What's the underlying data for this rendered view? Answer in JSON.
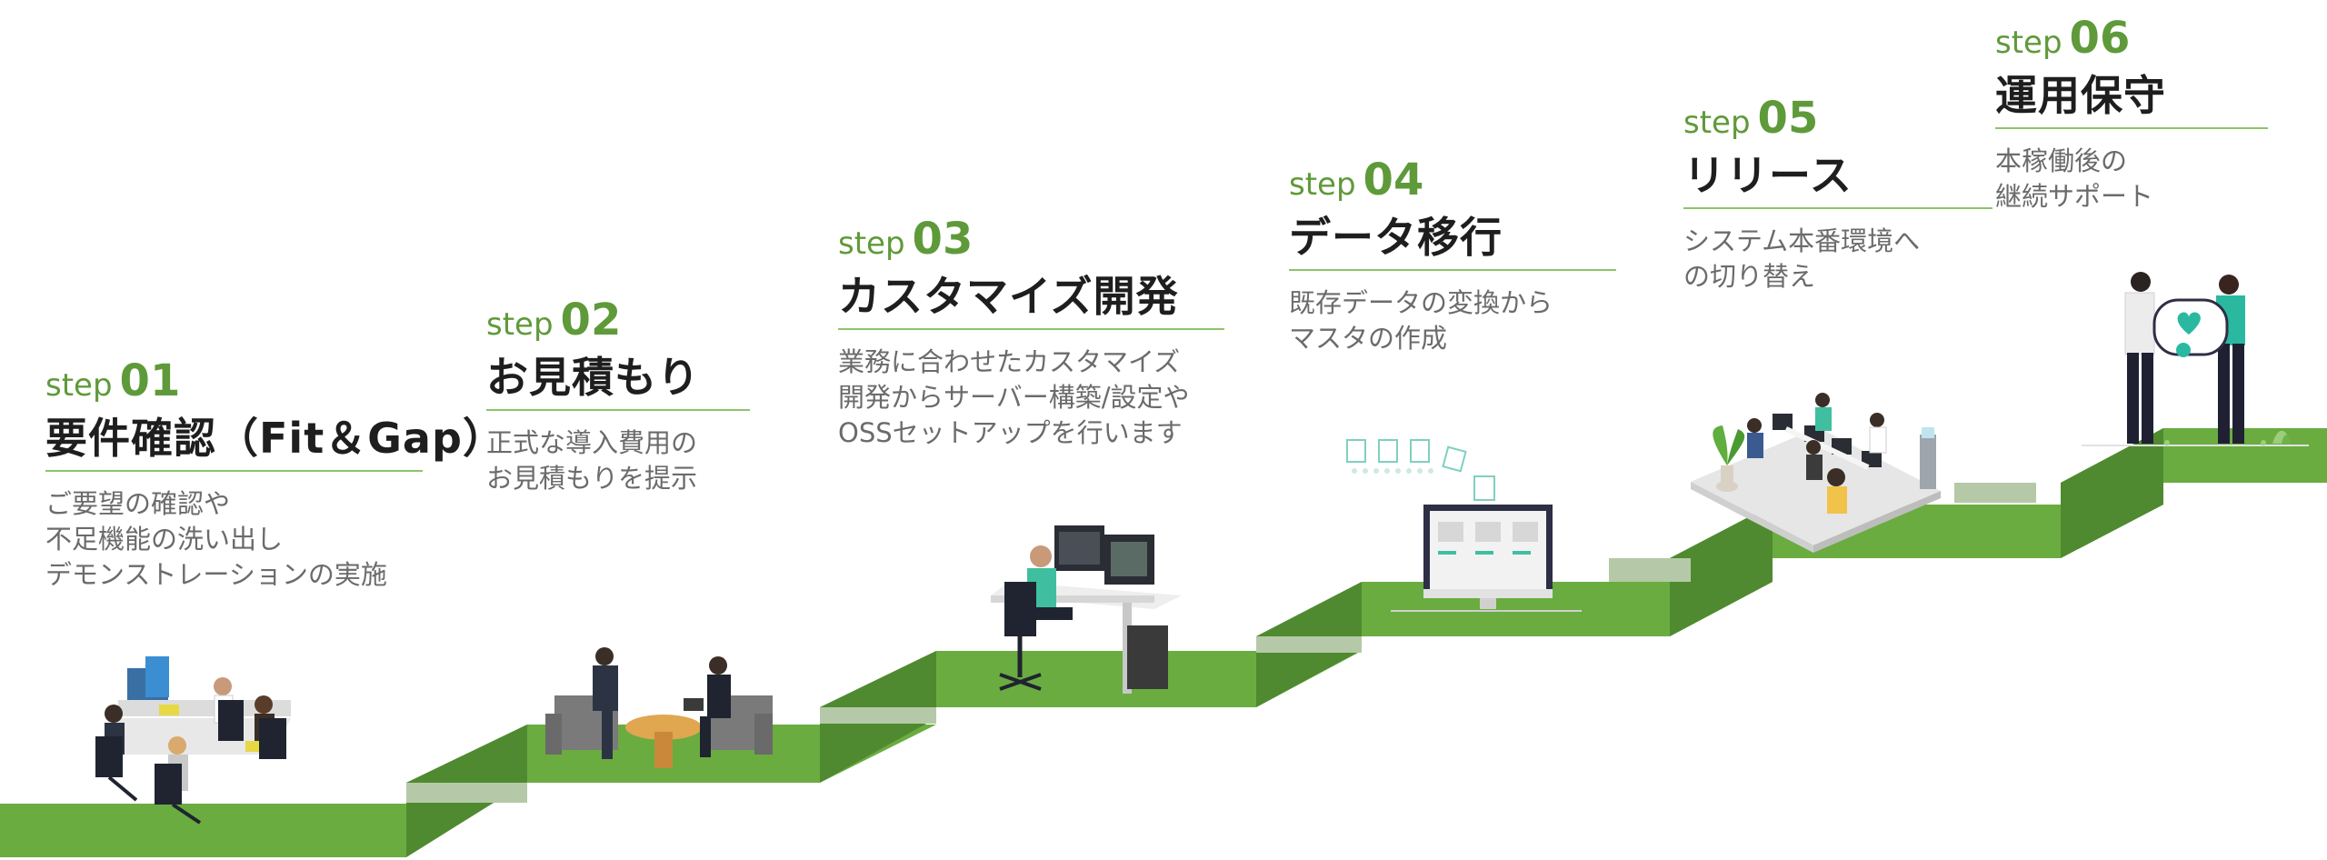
{
  "colors": {
    "step_label": "#5f9a3a",
    "stair_top": "#6aac40",
    "stair_riser": "#4f8a30",
    "rule": "#8cc46a"
  },
  "steps": [
    {
      "step_word": "step",
      "number": "01",
      "title": "要件確認（Fit＆Gap）",
      "desc": [
        "ご要望の確認や",
        "不足機能の洗い出し",
        "デモンストレーションの実施"
      ],
      "illustration": "team-meeting-icon"
    },
    {
      "step_word": "step",
      "number": "02",
      "title": "お見積もり",
      "desc": [
        "正式な導入費用の",
        "お見積もりを提示"
      ],
      "illustration": "business-discussion-icon"
    },
    {
      "step_word": "step",
      "number": "03",
      "title": "カスタマイズ開発",
      "desc": [
        "業務に合わせたカスタマイズ",
        "開発からサーバー構築/設定や",
        "OSSセットアップを行います"
      ],
      "illustration": "developer-desk-icon"
    },
    {
      "step_word": "step",
      "number": "04",
      "title": "データ移行",
      "desc": [
        "既存データの変換から",
        "マスタの作成"
      ],
      "illustration": "data-migration-monitor-icon"
    },
    {
      "step_word": "step",
      "number": "05",
      "title": "リリース",
      "desc": [
        "システム本番環境へ",
        "の切り替え"
      ],
      "illustration": "office-floor-icon"
    },
    {
      "step_word": "step",
      "number": "06",
      "title": "運用保守",
      "desc": [
        "本稼働後の",
        "継続サポート"
      ],
      "illustration": "support-heart-icon"
    }
  ]
}
